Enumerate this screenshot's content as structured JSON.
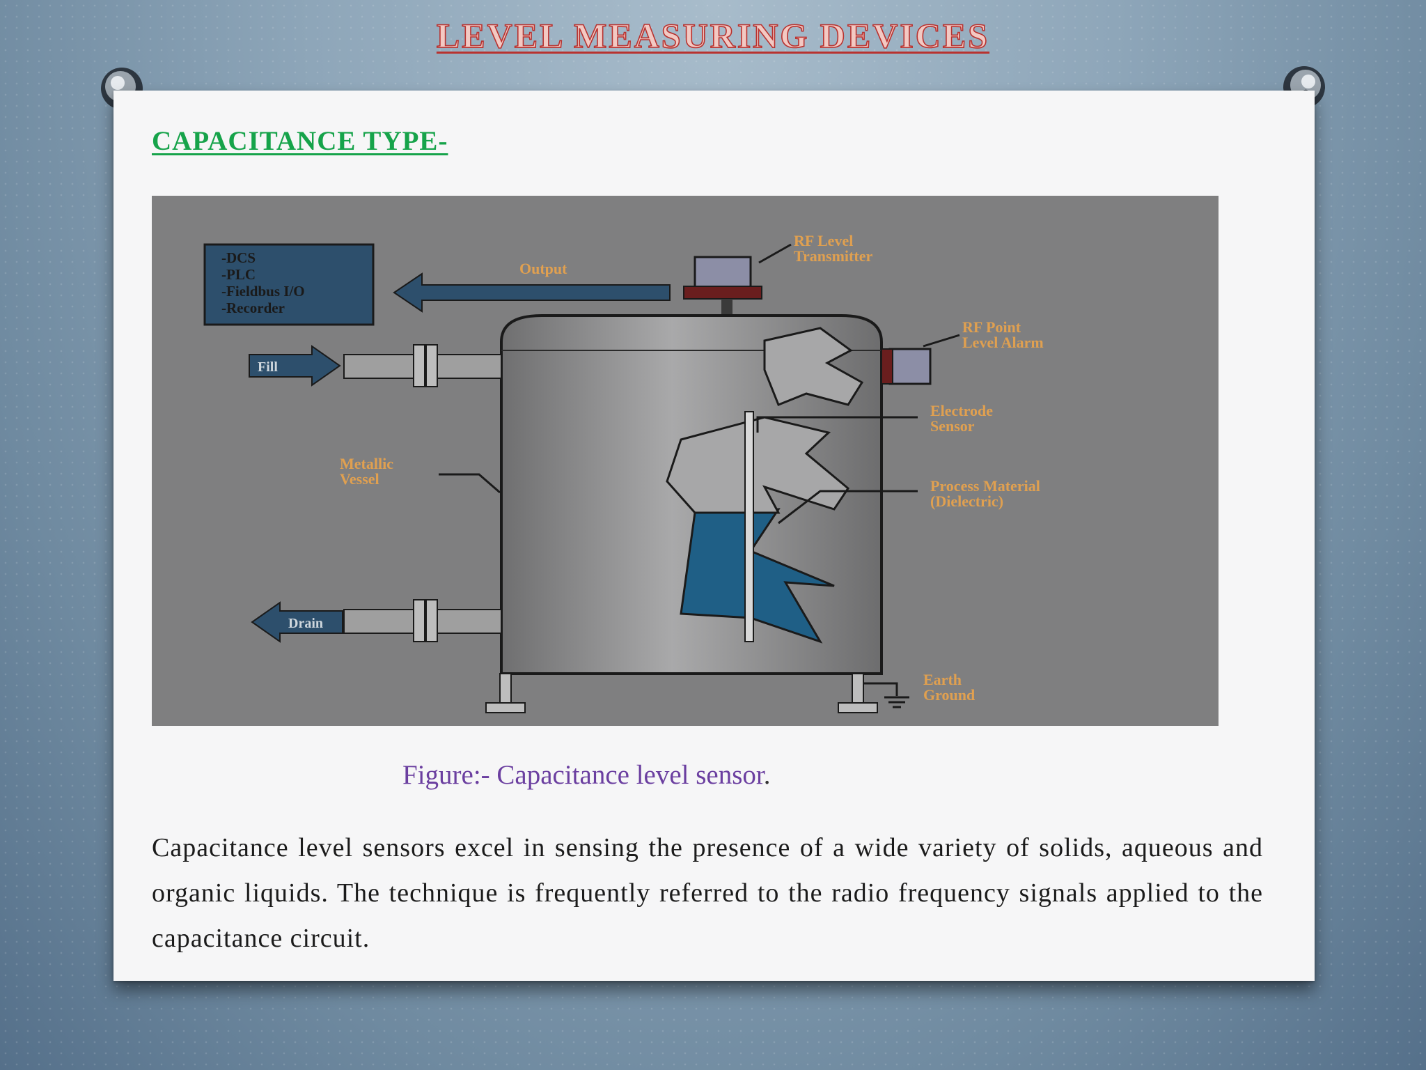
{
  "slide": {
    "title": "LEVEL  MEASURING  DEVICES",
    "section_heading": "CAPACITANCE TYPE-"
  },
  "figure": {
    "labels": {
      "control_list": [
        "-DCS",
        "-PLC",
        "-Fieldbus I/O",
        "-Recorder"
      ],
      "output": "Output",
      "rf_level_transmitter": [
        "RF Level",
        "Transmitter"
      ],
      "rf_point_level_alarm": [
        "RF Point",
        "Level Alarm"
      ],
      "electrode_sensor": [
        "Electrode",
        "Sensor"
      ],
      "process_material": [
        "Process Material",
        "(Dielectric)"
      ],
      "metallic_vessel": [
        "Metallic",
        "Vessel"
      ],
      "fill": "Fill",
      "drain": "Drain",
      "earth_ground": [
        "Earth",
        "Ground"
      ]
    },
    "caption_main": "Figure:-  Capacitance level sensor",
    "caption_end": "."
  },
  "body": {
    "paragraph": "Capacitance level sensors excel in sensing the presence of a wide variety of solids, aqueous and organic liquids. The technique is frequently referred to the radio frequency signals applied to the capacitance circuit."
  },
  "colors": {
    "title_red": "#b8322f",
    "heading_green": "#16a34a",
    "caption_purple": "#6b3fa0",
    "diagram_label_orange": "#e0a050",
    "liquid_blue": "#1f5f86"
  }
}
